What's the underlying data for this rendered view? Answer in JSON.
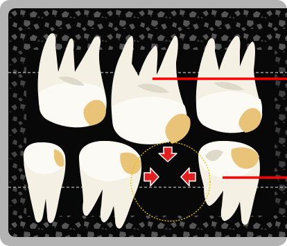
{
  "colors": {
    "frame": "#b3b3b3",
    "background": "#080808",
    "texture": "#5e5e5e",
    "tooth_crown": "#fbfaf4",
    "tooth_root": "#f4f1e4",
    "tooth_shadow": "#ded9c9",
    "tooth_cavity": "#e9c377",
    "marker_line": "#ff0000",
    "arrow_fill": "#e02020",
    "circle_outline": "#e6c600",
    "guide_line": "#bbbbbb"
  },
  "teeth": [
    {
      "name": "upper-molar-left",
      "arch": "upper"
    },
    {
      "name": "upper-molar-center",
      "arch": "upper"
    },
    {
      "name": "upper-molar-right",
      "arch": "upper"
    },
    {
      "name": "lower-premolar-left",
      "arch": "lower"
    },
    {
      "name": "lower-molar-center",
      "arch": "lower"
    },
    {
      "name": "lower-molar-right",
      "arch": "lower"
    }
  ],
  "arrows": [
    {
      "name": "arrow-down",
      "direction": "down"
    },
    {
      "name": "arrow-right",
      "direction": "right"
    },
    {
      "name": "arrow-left",
      "direction": "left"
    }
  ],
  "markers": [
    {
      "name": "upper-marker-line",
      "arch": "upper"
    },
    {
      "name": "lower-marker-line",
      "arch": "lower"
    }
  ]
}
